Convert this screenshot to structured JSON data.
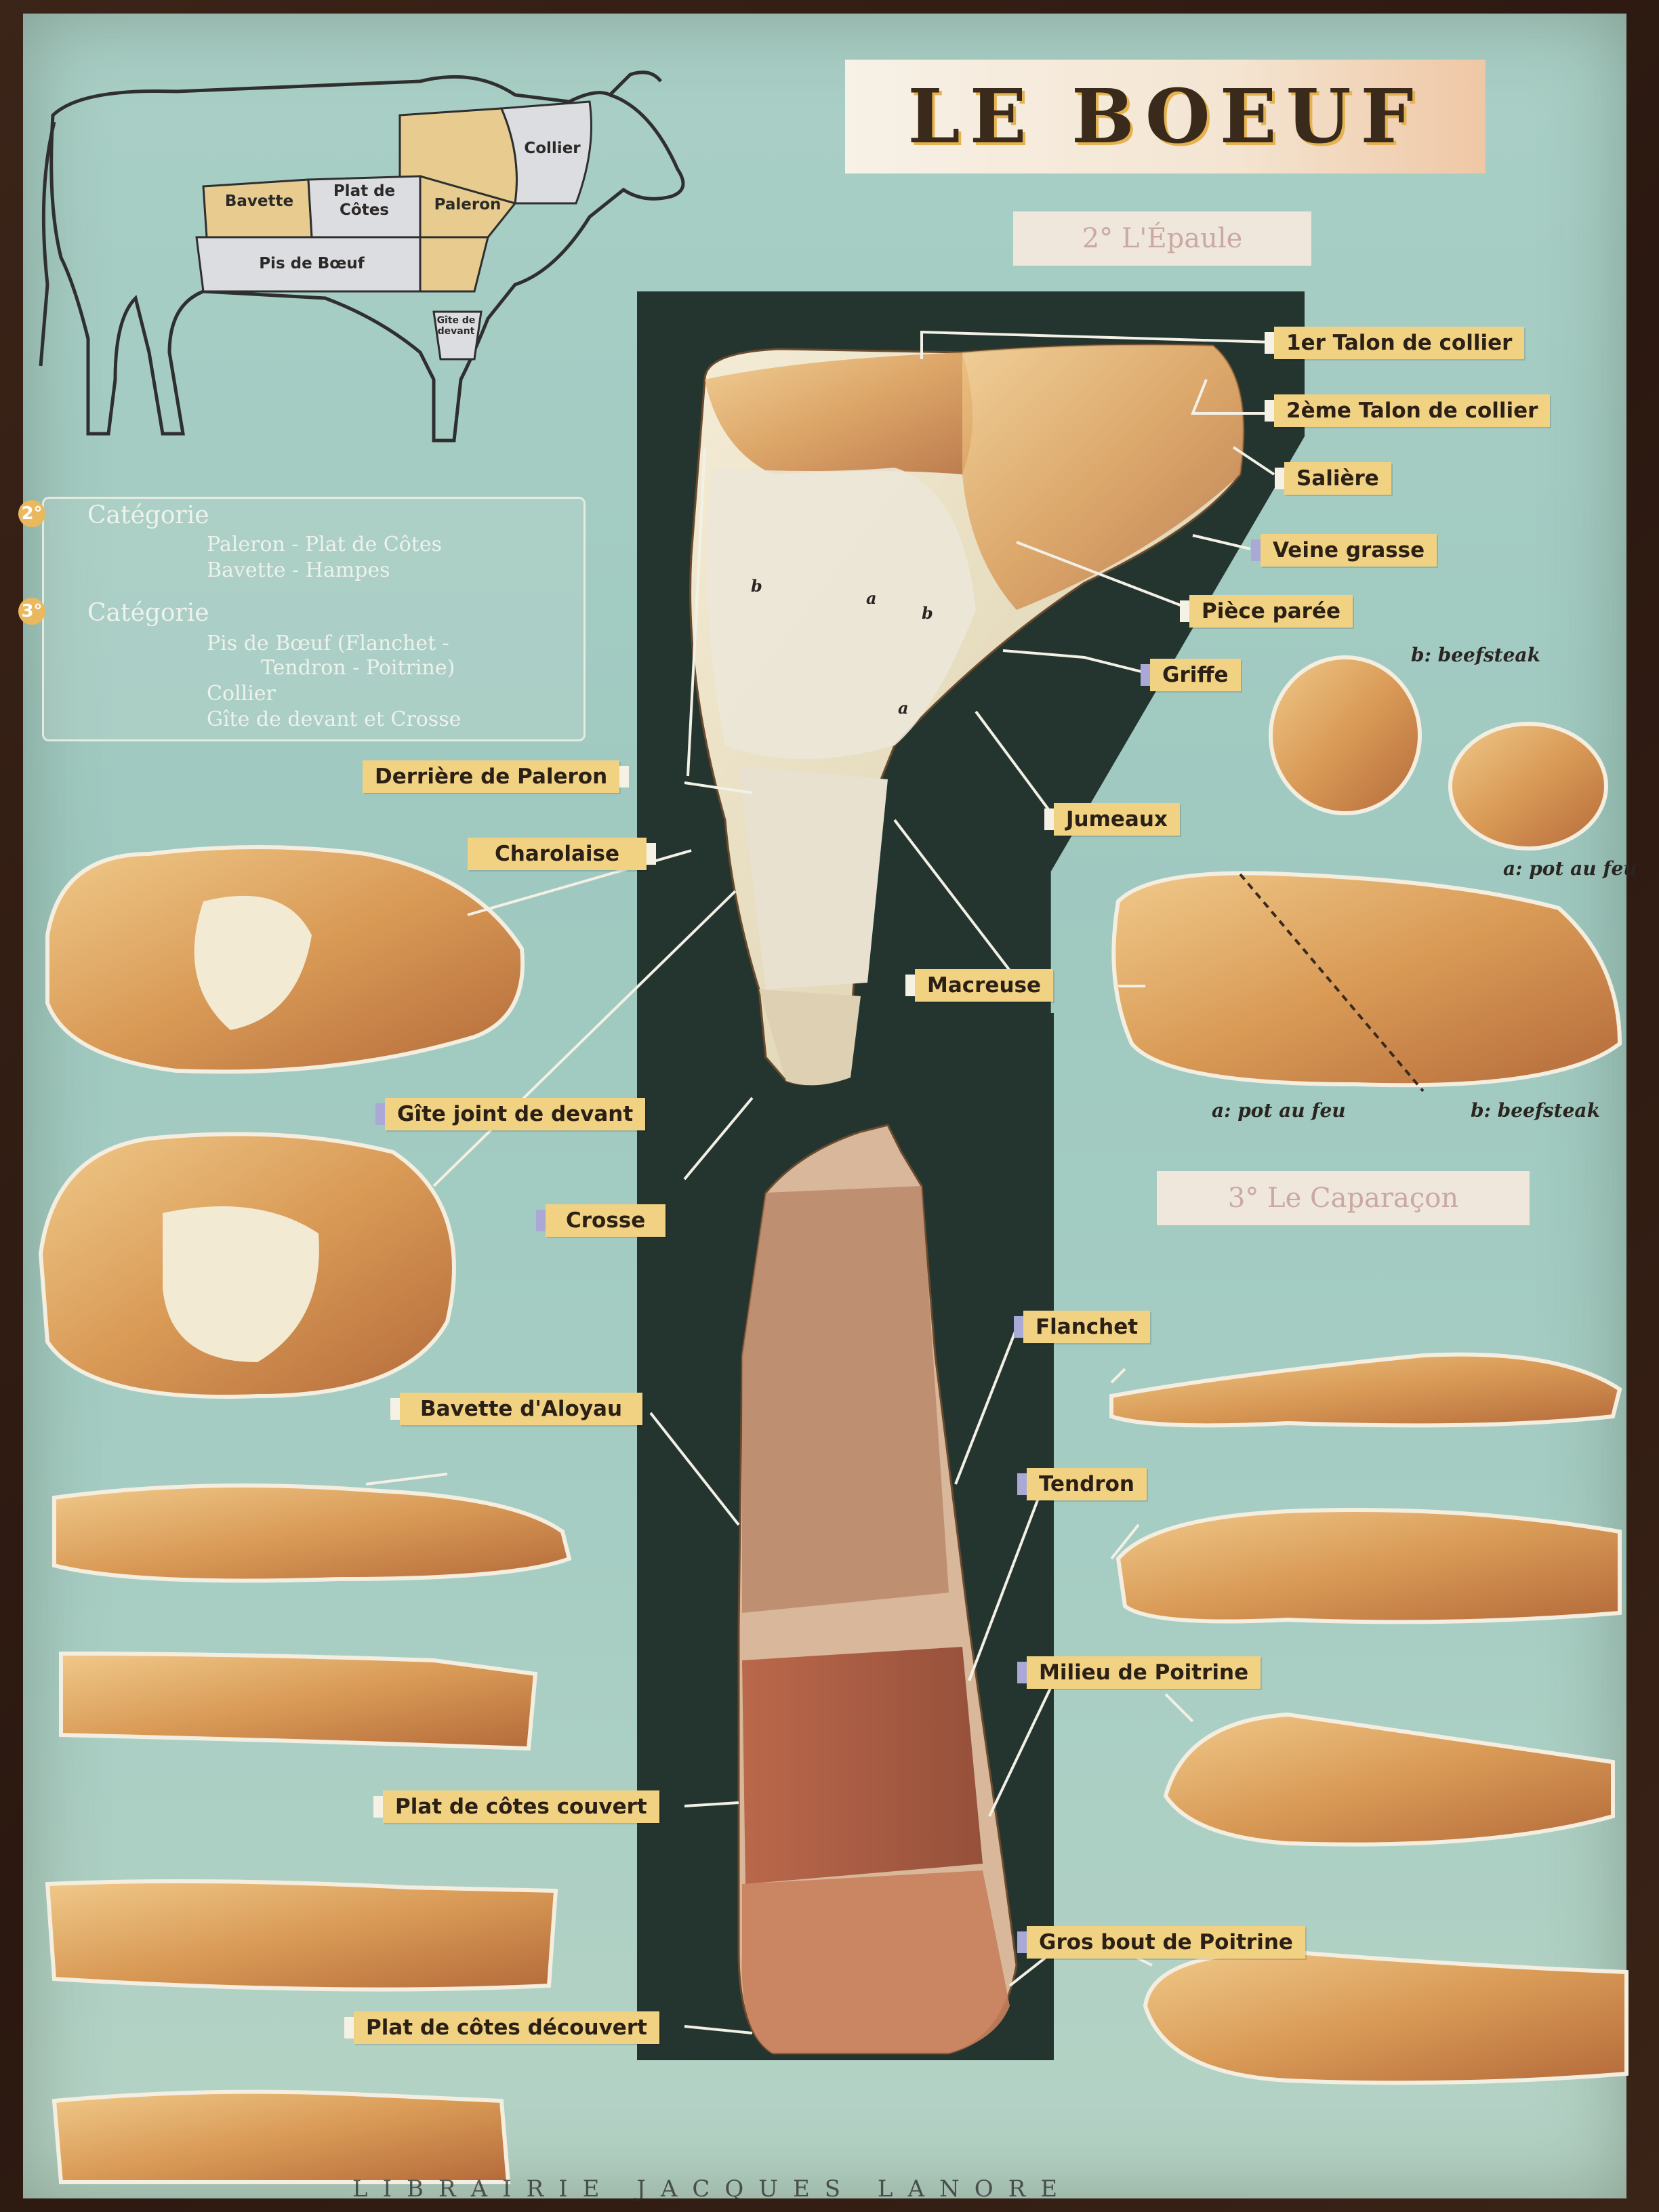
{
  "poster": {
    "title": "LE BOEUF",
    "section_epaule": "2° L'Épaule",
    "section_caparacon": "3° Le Caparaçon",
    "footer": "LIBRAIRIE JACQUES LANORE"
  },
  "cow_diagram": {
    "labels": {
      "collier": "Collier",
      "bavette": "Bavette",
      "plat_de_cotes": "Plat de\nCôtes",
      "paleron": "Paleron",
      "pis_de_boeuf": "Pis de Bœuf",
      "gite_de_devant": "Gîte de devant"
    }
  },
  "categories": {
    "second": {
      "number": "2°",
      "heading": "Catégorie",
      "lines": [
        "Paleron - Plat de Côtes",
        "Bavette - Hampes"
      ]
    },
    "third": {
      "number": "3°",
      "heading": "Catégorie",
      "lines": [
        "Pis de Bœuf (Flanchet -",
        "Tendron - Poitrine)",
        "Collier",
        "Gîte de devant et Crosse"
      ]
    }
  },
  "labels": {
    "talon1": "1er Talon de collier",
    "talon2": "2ème Talon de collier",
    "saliere": "Salière",
    "veine_grasse": "Veine grasse",
    "piece_paree": "Pièce parée",
    "griffe": "Griffe",
    "jumeaux": "Jumeaux",
    "derriere_paleron": "Derrière de Paleron",
    "charolaise": "Charolaise",
    "macreuse": "Macreuse",
    "gite_joint": "Gîte joint de devant",
    "crosse": "Crosse",
    "flanchet": "Flanchet",
    "tendron": "Tendron",
    "bavette_aloyau": "Bavette d'Aloyau",
    "milieu_poitrine": "Milieu de Poitrine",
    "plat_couvert": "Plat de côtes couvert",
    "gros_bout": "Gros bout de Poitrine",
    "plat_decouvert": "Plat de côtes découvert"
  },
  "captions": {
    "b_beefsteak_top": "b: beefsteak",
    "a_pot_au_feu_top": "a: pot au feu",
    "a_pot_au_feu": "a: pot au feu",
    "b_beefsteak": "b: beefsteak"
  },
  "diagram_letters": {
    "b": "b",
    "a": "a"
  }
}
